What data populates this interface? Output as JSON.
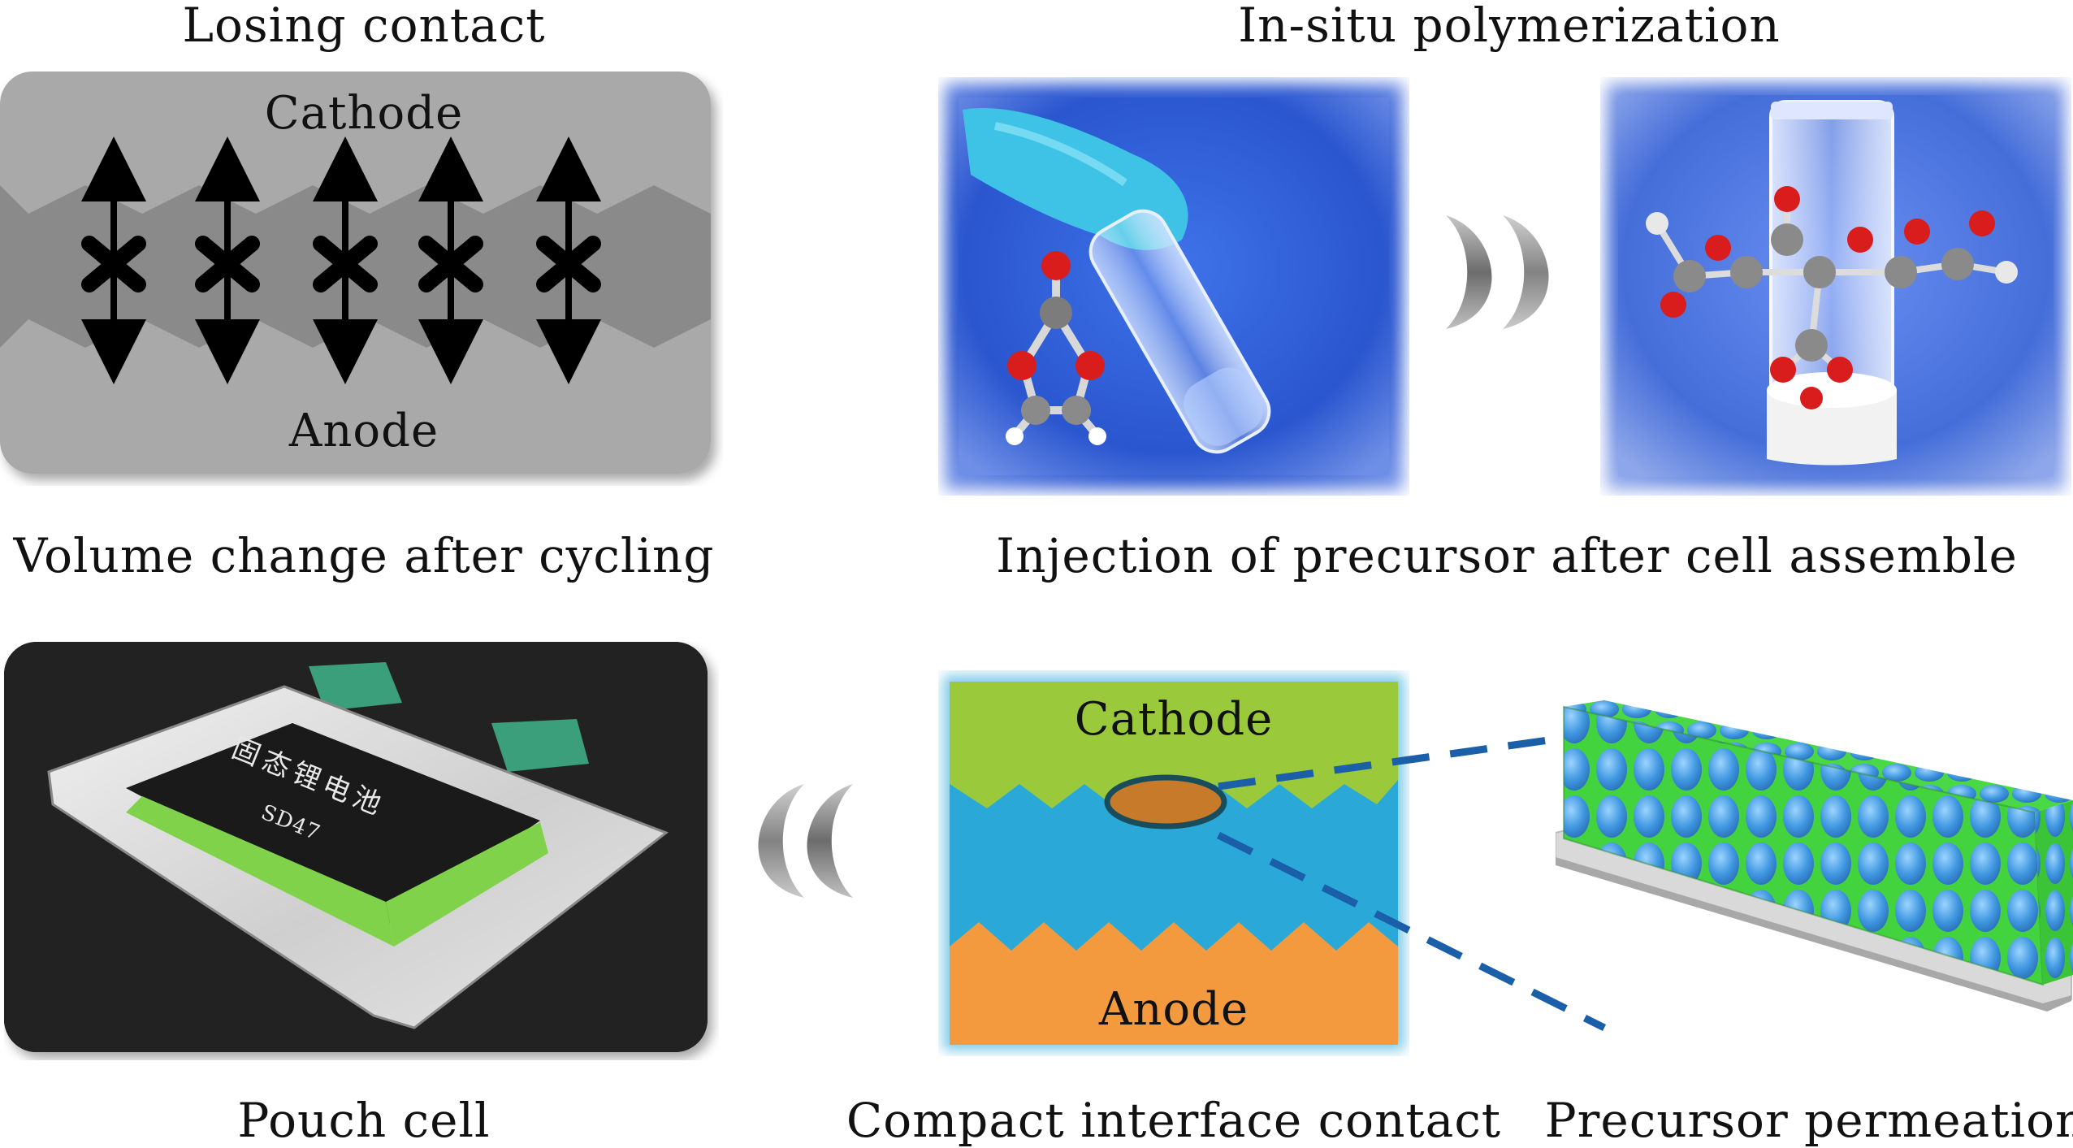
{
  "left_top": {
    "title": "Losing contact",
    "cathode": "Cathode",
    "anode": "Anode",
    "caption": "Volume change after cycling"
  },
  "right_top": {
    "title": "In-situ polymerization",
    "caption": "Injection of precursor after cell assemble"
  },
  "left_bottom": {
    "caption": "Pouch cell",
    "label_line1": "固态锂电池",
    "label_line2": "SD47"
  },
  "right_bottom": {
    "cathode": "Cathode",
    "anode": "Anode",
    "caption_left": "Compact interface contact",
    "caption_right": "Precursor permeation"
  },
  "colors": {
    "grey_light": "#a9a9a9",
    "grey_dark": "#8a8a8a",
    "cathode_green": "#9bc93c",
    "electrolyte_blue": "#2aa8d8",
    "anode_orange": "#f39a3e",
    "photo_blue": "#2f5fd6",
    "bead_blue": "#4aa3e8",
    "bead_green": "#43d33f"
  },
  "icons": [
    "arrow-chevron-right-icon",
    "arrow-chevron-left-icon",
    "molecule-icon"
  ]
}
